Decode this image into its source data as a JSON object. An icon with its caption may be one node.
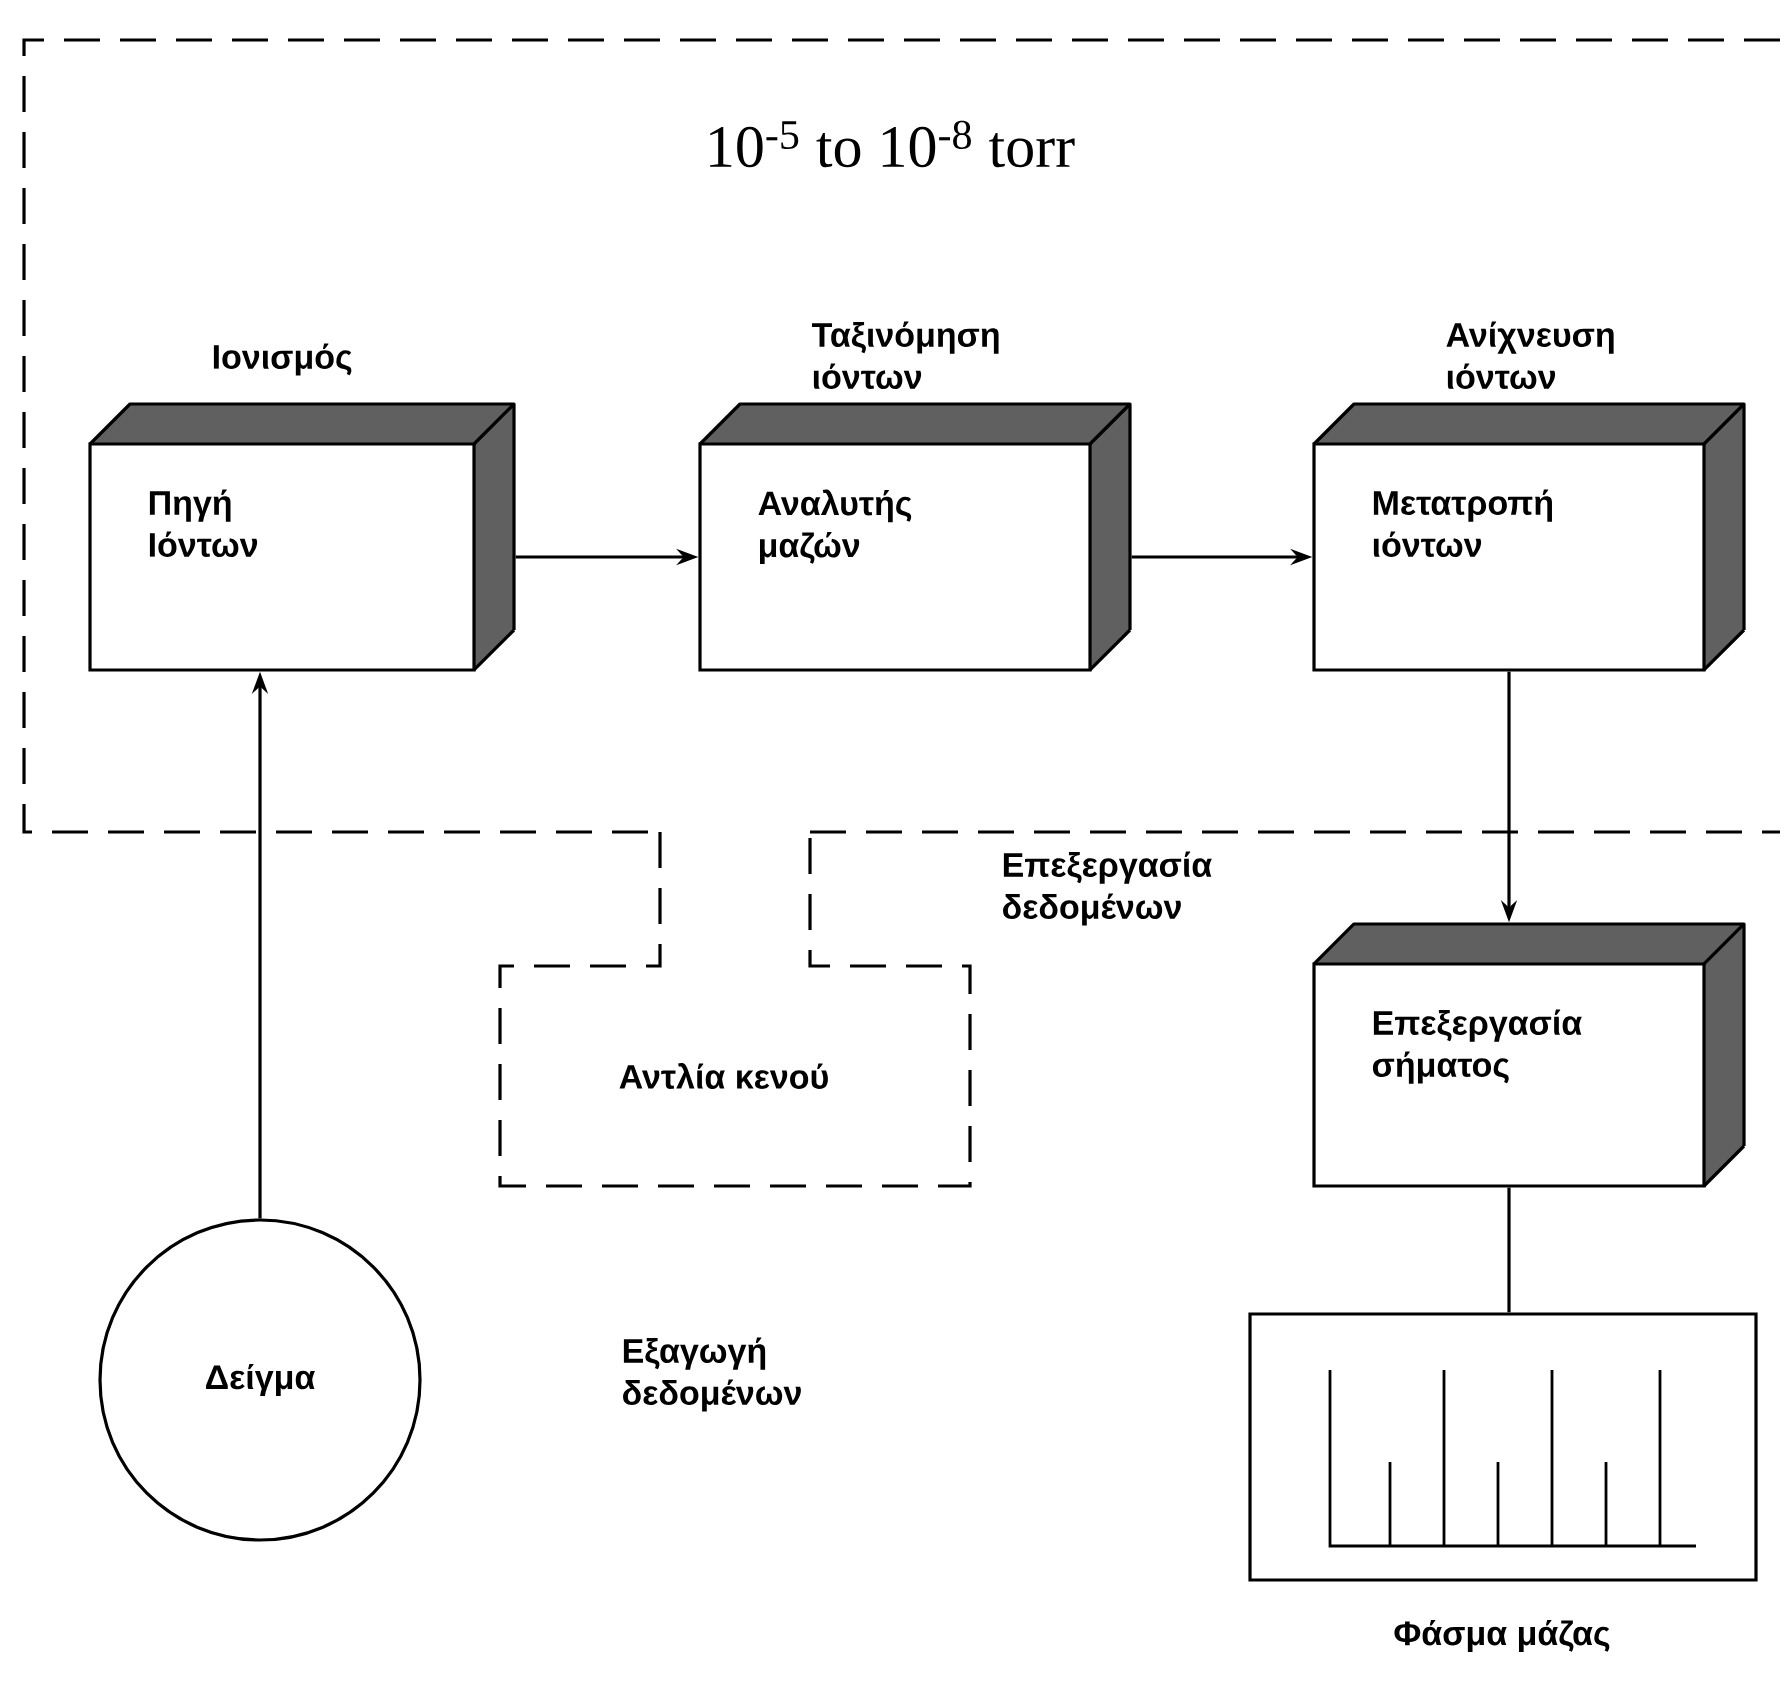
{
  "diagram": {
    "nodes": [
      {
        "text": [
          "10$^{-5}$ to 10$^{-8}$ torr"
        ]
      },
      {
        "text": [
          "Πηγή Ιόντων"
        ],
        "beside": [
          "Ιονισμός"
        ],
        "in": 0
      },
      {
        "text": [
          "Αναλυτής μαζών"
        ],
        "beside": [
          "Ταξινόμηση ιόντων"
        ],
        "in": 0
      },
      {
        "text": [
          "Μετατροπή ιόντων"
        ],
        "beside": [
          "Ανίχνευση ιόντων"
        ],
        "in": 0
      },
      {
        "text": [
          "Αντλία κενού"
        ]
      },
      {
        "text": [
          "Επεξεργασία σήματος"
        ]
      },
      {
        "text": [
          "Δείγμα"
        ]
      },
      {
        "text": [
          "Φάσμα μάζας"
        ]
      }
    ],
    "edges": [
      {
        "from": 6,
        "to": 1,
        "arrow": "to"
      },
      {
        "from": 1,
        "to": 2,
        "arrow": "to"
      },
      {
        "from": 2,
        "to": 3,
        "arrow": "to"
      },
      {
        "from": 3,
        "to": 5,
        "arrow": "to"
      },
      {
        "from": 5,
        "to": 7,
        "arrow": "none"
      }
    ],
    "labels": [
      "Επεξεργασία δεδομένων",
      "Εξαγωγή δεδομένων"
    ]
  }
}
